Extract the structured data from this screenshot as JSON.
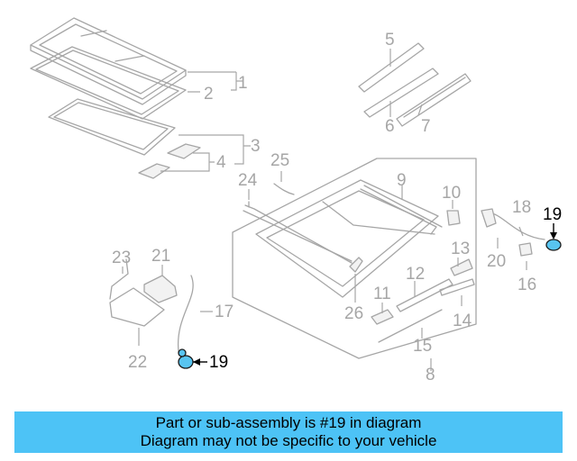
{
  "diagram": {
    "labels": [
      "1",
      "2",
      "3",
      "4",
      "5",
      "6",
      "7",
      "8",
      "9",
      "10",
      "11",
      "12",
      "13",
      "14",
      "15",
      "16",
      "17",
      "18",
      "19",
      "19",
      "20",
      "21",
      "22",
      "23",
      "24",
      "25",
      "26"
    ],
    "highlighted_part": "19"
  },
  "colors": {
    "highlight": "#58c4f0",
    "banner": "#4dc3f6",
    "line": "#a6a6a6"
  },
  "banner": {
    "line1": "Part or sub-assembly is #19 in diagram",
    "line2": "Diagram may not be specific to your vehicle"
  }
}
